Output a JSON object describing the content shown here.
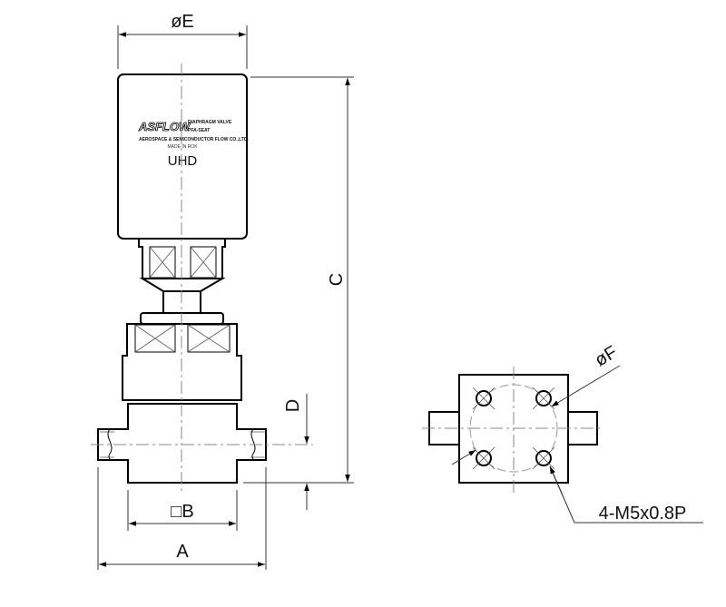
{
  "dimensions": {
    "E": "øE",
    "C": "C",
    "D": "D",
    "B": "□B",
    "A": "A",
    "F": "øF",
    "thread": "4-M5x0.8P"
  },
  "nameplate": {
    "logo": "ASFLOW",
    "product": "DIAPHRAGM VALVE",
    "seat": "PFA-SEAT",
    "company": "AEROSPACE & SEMICONDUCTOR FLOW CO.,LTD.",
    "origin": "MADE IN ROK",
    "model": "UHD"
  }
}
